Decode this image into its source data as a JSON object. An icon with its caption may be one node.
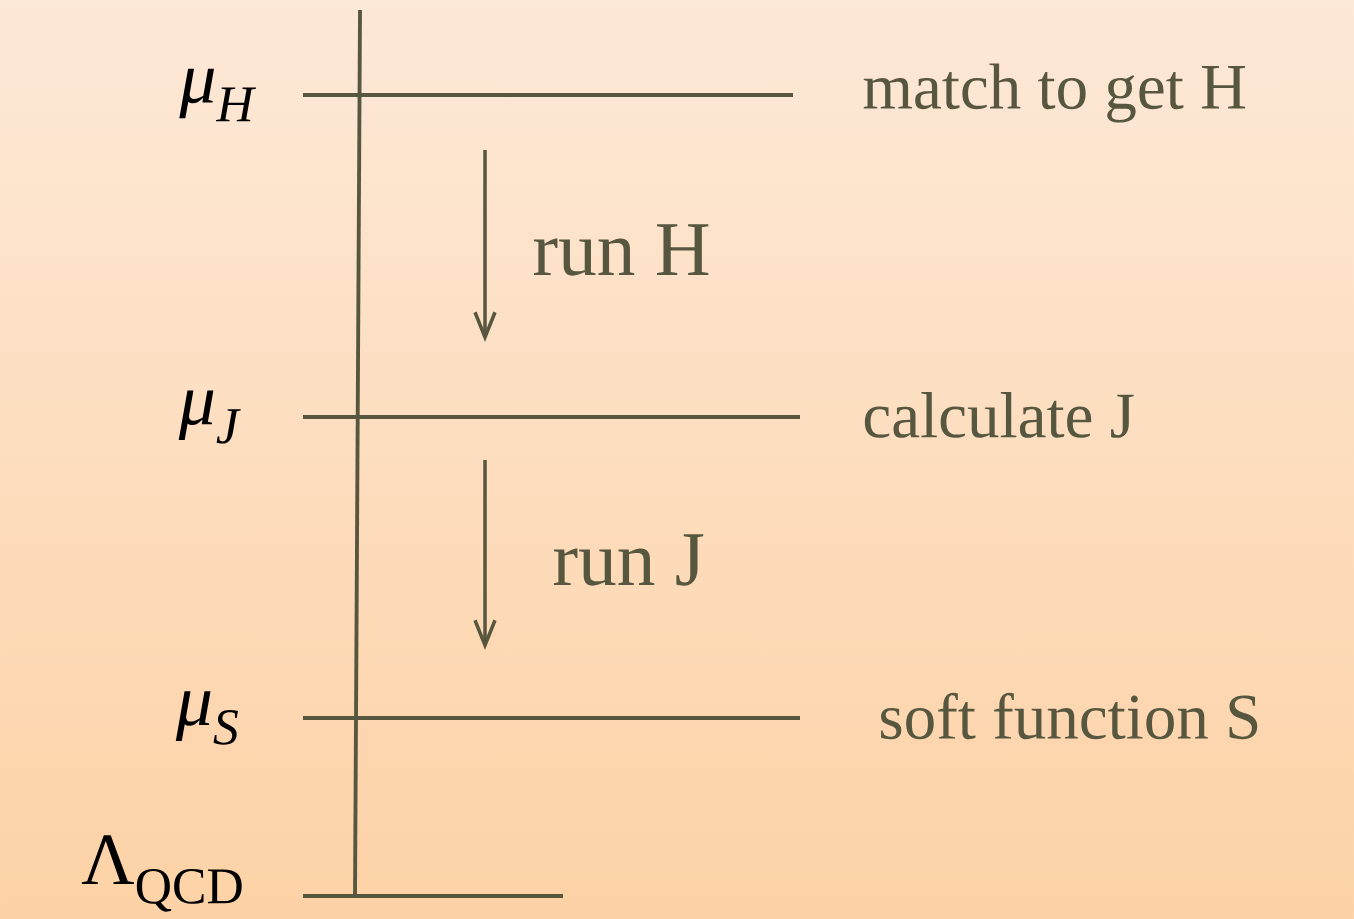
{
  "diagram": {
    "nodes": [
      {
        "text": [
          "μ$_{H}$"
        ],
        "beside": [
          "match to get H"
        ]
      },
      {
        "text": [
          "μ$_{J}$"
        ],
        "beside": [
          "calculate J"
        ]
      },
      {
        "text": [
          "μ$_{S}$"
        ],
        "beside": [
          "soft function S"
        ]
      },
      {
        "text": [
          "Λ$_{QCD}$"
        ]
      }
    ],
    "edges": [
      {
        "from": 0,
        "to": 1,
        "arrow": "to",
        "label": "run H"
      },
      {
        "from": 1,
        "to": 2,
        "arrow": "to",
        "label": "run J"
      }
    ]
  }
}
